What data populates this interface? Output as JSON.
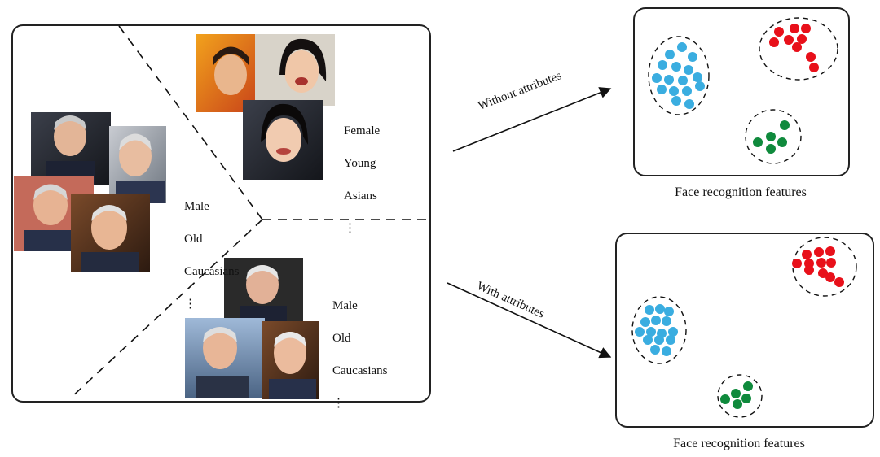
{
  "groups": {
    "top_right": {
      "lines": [
        "Female",
        "Young",
        "Asians",
        "⋮"
      ]
    },
    "left": {
      "lines": [
        "Male",
        "Old",
        "Caucasians",
        "⋮"
      ]
    },
    "bottom_right": {
      "lines": [
        "Male",
        "Old",
        "Caucasians",
        "⋮"
      ]
    }
  },
  "arrows": {
    "upper": "Without attributes",
    "lower": "With attributes"
  },
  "captions": {
    "upper": "Face recognition features",
    "lower": "Face recognition features"
  },
  "colors": {
    "blue_cluster": "#3aade0",
    "red_cluster": "#e8101a",
    "green_cluster": "#0f8a3c"
  },
  "icons": {
    "faces_female_young_asian": "photo-portrait",
    "faces_male_old_caucasian_a": "photo-portrait",
    "faces_male_old_caucasian_b": "photo-portrait"
  }
}
